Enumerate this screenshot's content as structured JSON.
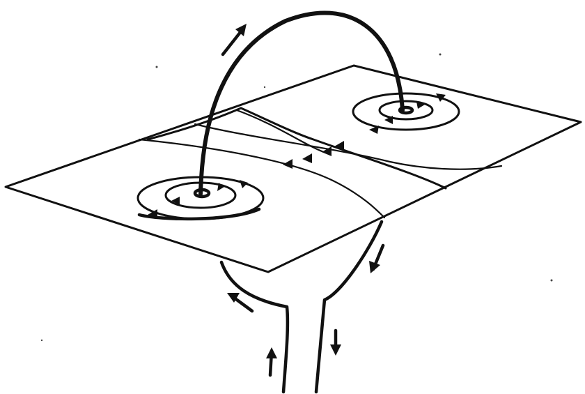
{
  "diagram": {
    "ink_color": "#111111",
    "background": "#ffffff",
    "elements": [
      "tilted-plane",
      "plane-divider",
      "left-vortex",
      "right-vortex",
      "field-line-arch",
      "flux-tube-downflow",
      "flow-arrows"
    ]
  }
}
